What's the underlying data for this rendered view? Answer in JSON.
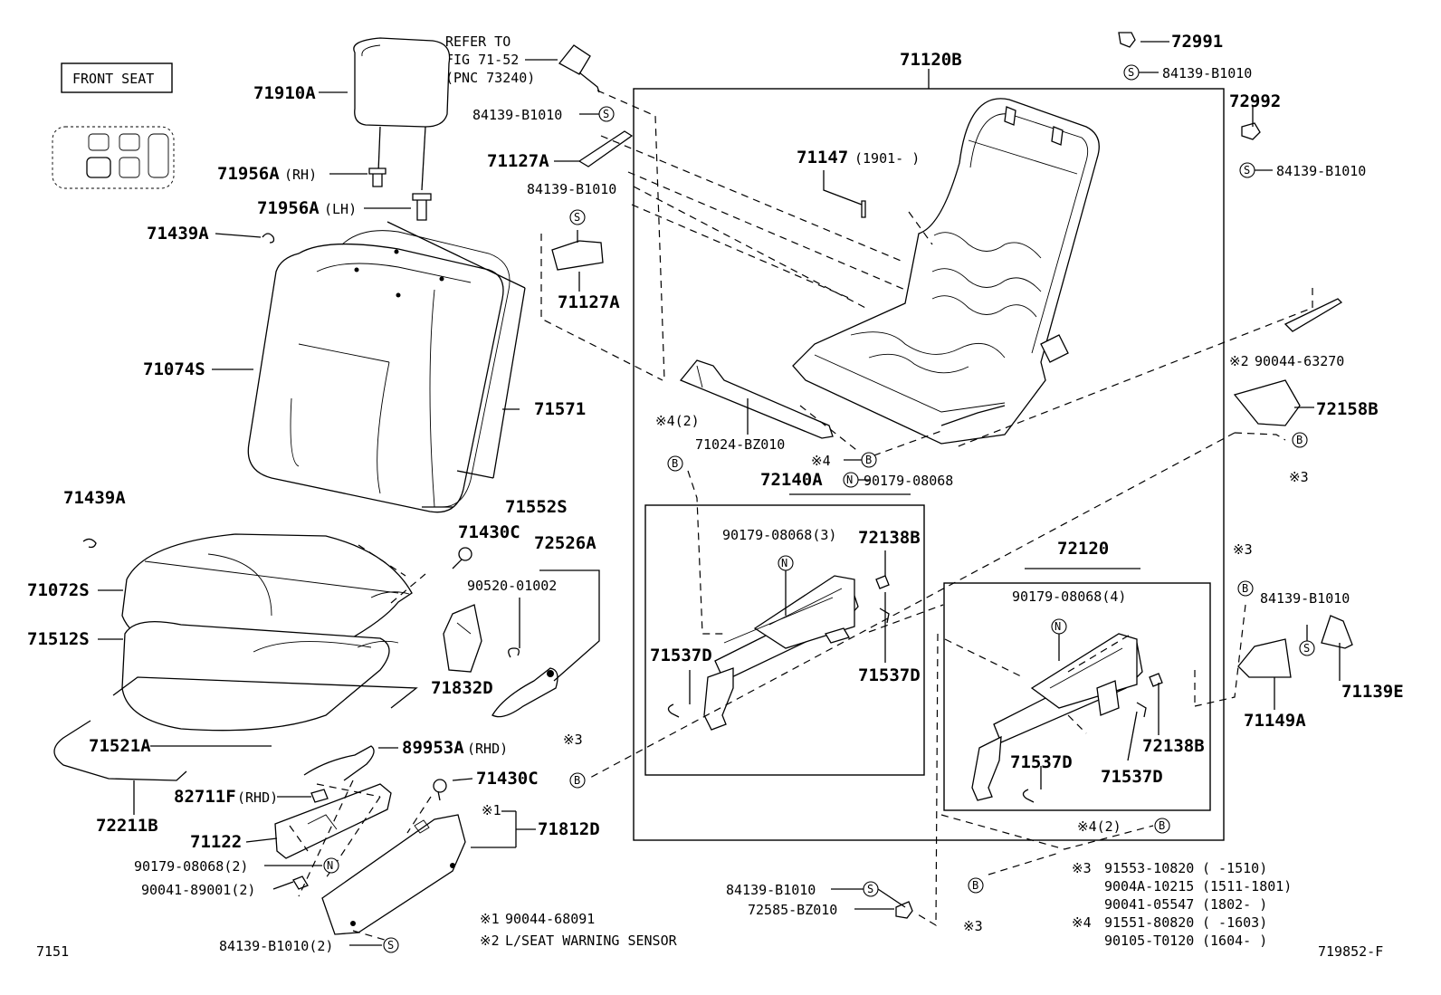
{
  "title_box": "FRONT SEAT",
  "refer": {
    "line1": "REFER TO",
    "line2": "FIG 71-52",
    "line3": "(PNC 73240)"
  },
  "labels": {
    "p71910A": "71910A",
    "p71956A_rh": "71956A",
    "rh": "(RH)",
    "p71956A_lh": "71956A",
    "lh": "(LH)",
    "p71439A_1": "71439A",
    "p71074S": "71074S",
    "p71571": "71571",
    "p71439A_2": "71439A",
    "p71552S": "71552S",
    "p71430C_1": "71430C",
    "p72526A": "72526A",
    "p90520": "90520-01002",
    "p71072S": "71072S",
    "p71512S": "71512S",
    "p71832D": "71832D",
    "p71521A": "71521A",
    "p89953A": "89953A",
    "rhd1": "(RHD)",
    "p82711F": "82711F",
    "rhd2": "(RHD)",
    "p71430C_2": "71430C",
    "p72211B": "72211B",
    "p71122": "71122",
    "p71812D": "71812D",
    "mark1": "※1",
    "p90179_2": "90179-08068(2)",
    "p90041": "90041-89001(2)",
    "p84139_2": "84139-B1010(2)",
    "p84139_a": "84139-B1010",
    "p71127A_1": "71127A",
    "p84139_b": "84139-B1010",
    "p71127A_2": "71127A",
    "p71120B": "71120B",
    "p71147": "71147",
    "p71147_code": "(1901-    )",
    "p71024": "71024-BZ010",
    "mark4_2a": "※4(2)",
    "mark4a": "※4",
    "p72140A": "72140A",
    "p90179_top": "90179-08068",
    "p90179_3": "90179-08068(3)",
    "p72138B_1": "72138B",
    "p71537D_1": "71537D",
    "p71537D_2": "71537D",
    "mark3a": "※3",
    "p72120": "72120",
    "p90179_4": "90179-08068(4)",
    "p71537D_3": "71537D",
    "p71537D_4": "71537D",
    "p72138B_2": "72138B",
    "mark4_2b": "※4(2)",
    "p72991": "72991",
    "p84139_c": "84139-B1010",
    "p72992": "72992",
    "p84139_d": "84139-B1010",
    "mark2": "※2",
    "p90044_63270": "90044-63270",
    "p72158B": "72158B",
    "mark3b": "※3",
    "mark3c": "※3",
    "p84139_e": "84139-B1010",
    "p71139E": "71139E",
    "p71149A": "71149A",
    "p84139_f": "84139-B1010",
    "p72585": "72585-BZ010",
    "mark3d": "※3"
  },
  "circles": {
    "S": "S",
    "N": "N",
    "B": "B"
  },
  "notes_left": {
    "n1_mark": "※1",
    "n1_text": "90044-68091",
    "n2_mark": "※2",
    "n2_text": "L/SEAT WARNING SENSOR"
  },
  "notes_right": [
    {
      "mark": "※3",
      "part": "91553-10820",
      "range": "(     -1510)"
    },
    {
      "mark": "",
      "part": "9004A-10215",
      "range": "(1511-1801)"
    },
    {
      "mark": "",
      "part": "90041-05547",
      "range": "(1802-     )"
    },
    {
      "mark": "※4",
      "part": "91551-80820",
      "range": "(     -1603)"
    },
    {
      "mark": "",
      "part": "90105-T0120",
      "range": "(1604-     )"
    }
  ],
  "footer": {
    "fig": "7151",
    "code": "719852-F"
  }
}
